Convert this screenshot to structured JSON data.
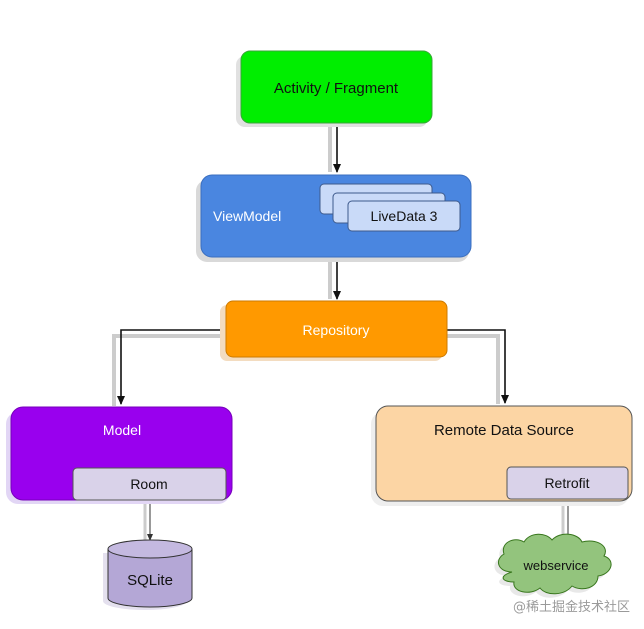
{
  "nodes": {
    "activity_fragment": {
      "label": "Activity / Fragment",
      "color": "#00ee00"
    },
    "viewmodel": {
      "label": "ViewModel",
      "color": "#4a86e0"
    },
    "livedata": {
      "label": "LiveData 3",
      "color": "#c9daf8"
    },
    "repository": {
      "label": "Repository",
      "color": "#ff9900"
    },
    "model": {
      "label": "Model",
      "color": "#9900ee"
    },
    "room": {
      "label": "Room",
      "color": "#d9d2e9"
    },
    "sqlite": {
      "label": "SQLite",
      "color": "#b4a7d6"
    },
    "remote_data_source": {
      "label": "Remote Data Source",
      "color": "#fcd5a4"
    },
    "retrofit": {
      "label": "Retrofit",
      "color": "#d9d2e9"
    },
    "webservice": {
      "label": "webservice",
      "color": "#93c47d"
    }
  },
  "watermark": "@稀土掘金技术社区"
}
